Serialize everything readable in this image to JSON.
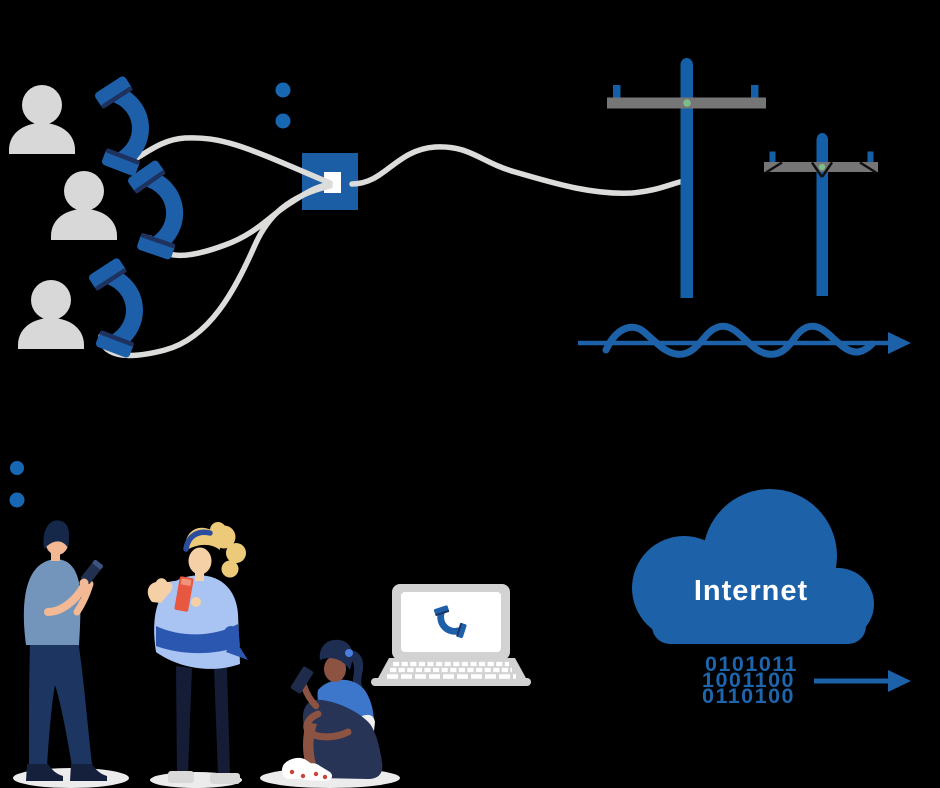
{
  "colors": {
    "background": "#000000",
    "primary_blue": "#1d62a8",
    "pole_blue": "#145fa7",
    "dot_blue": "#1767b3",
    "wire_gray": "#dcdcda",
    "person_gray": "#d8d8d8",
    "crossarm_gray": "#767676",
    "insulator_green": "#7cbd8a",
    "laptop_gray": "#d2d2d2",
    "screen_white": "#ffffff",
    "cloud_text_white": "#ffffff",
    "shadow_gray": "#ececec",
    "phone_red": "#e8573f"
  },
  "pstn": {
    "caller_icons": [
      "person-icon",
      "person-icon",
      "person-icon"
    ],
    "handset_icons": [
      "phone-handset-icon",
      "phone-handset-icon",
      "phone-handset-icon"
    ],
    "switch_box_icon": "switch-box-icon",
    "wire_icon": "telephone-wire",
    "pole_icons": [
      "utility-pole-icon",
      "utility-pole-icon"
    ],
    "signal_icon": "analog-wave-arrow-icon",
    "dots_icon": "ellipsis-dots-icon"
  },
  "voip": {
    "dots_icon": "ellipsis-dots-icon",
    "people_icons": [
      "man-with-smartphone",
      "woman-with-smartphone",
      "girl-sitting-with-smartphone"
    ],
    "laptop_icon": "laptop-with-phone-icon",
    "cloud": {
      "label": "Internet",
      "icon": "cloud-icon"
    },
    "binary": {
      "lines": [
        "0101011",
        "1001100",
        "0110100"
      ],
      "icon": "binary-stream"
    },
    "signal_icon": "digital-arrow-icon"
  }
}
